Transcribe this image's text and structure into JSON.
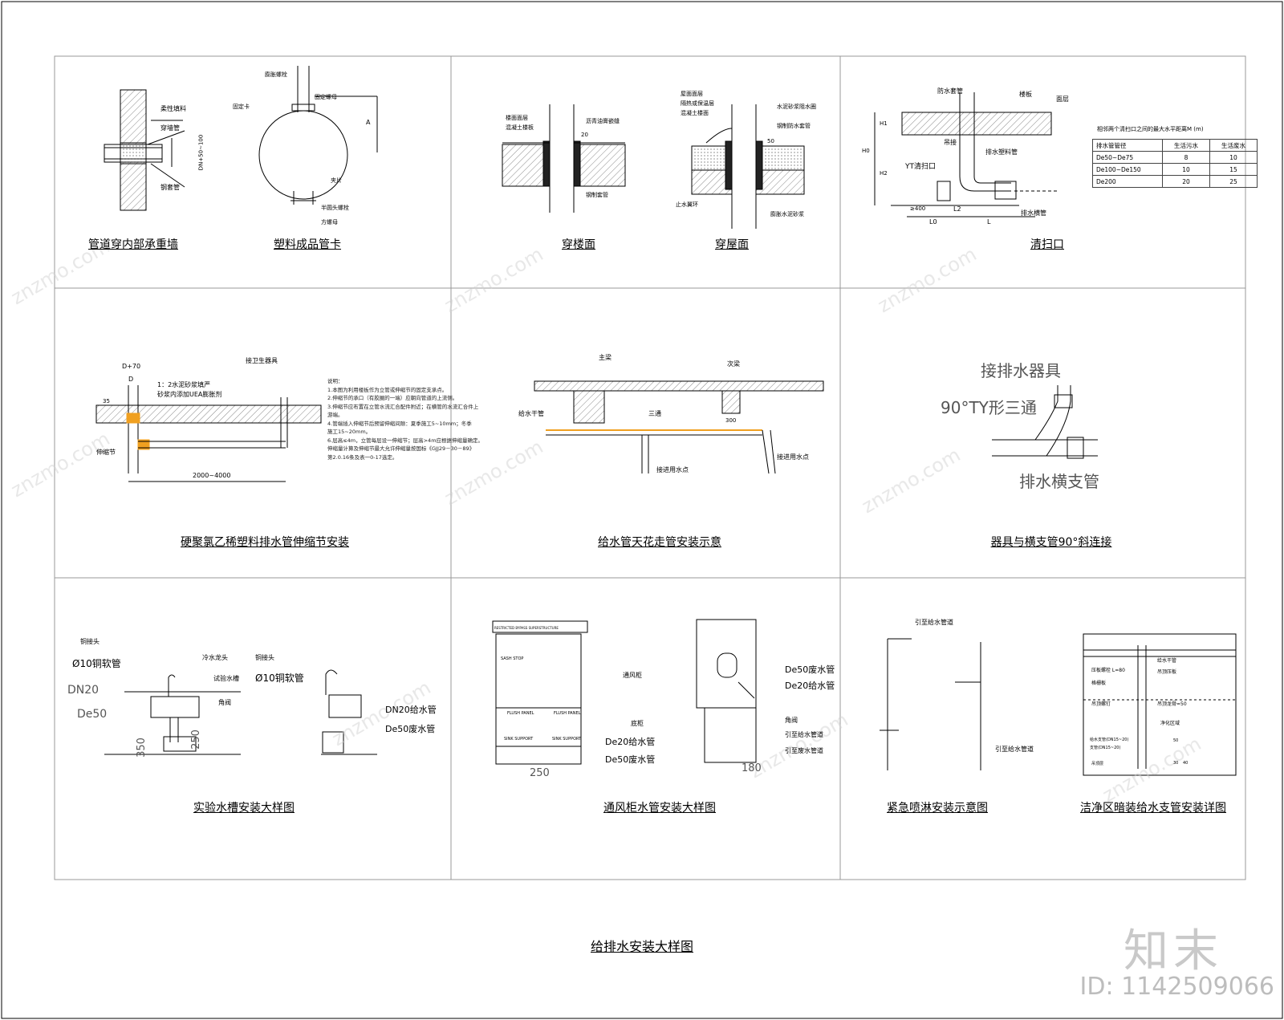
{
  "sheet_title": "给排水安装大样图",
  "brand": "知末",
  "image_id": "ID: 1142509066",
  "cells": [
    {
      "titles": [
        "管道穿内部承重墙",
        "塑料成品管卡"
      ],
      "labels": [
        "柔性填料",
        "穿墙管",
        "钢套管",
        "DN+50~100",
        "膨胀螺栓",
        "固定卡",
        "固定螺母",
        "A",
        "夹片",
        "半圆头螺栓",
        "方螺母"
      ]
    },
    {
      "titles": [
        "穿楼面",
        "穿屋面"
      ],
      "labels": [
        "楼面面层",
        "混凝土楼板",
        "沥青油膏嵌缝",
        "钢制套管",
        "20",
        "屋面面层",
        "隔热或保温层",
        "混凝土楼面",
        "水泥砂浆阻水圈",
        "钢制防水套管",
        "止水翼环",
        "膨胀水泥砂浆",
        "50"
      ]
    },
    {
      "titles": [
        "清扫口"
      ],
      "labels": [
        "防水套管",
        "楼板",
        "面层",
        "H1",
        "H0",
        "H2",
        "≥400",
        "吊接",
        "排水塑料管",
        "YT清扫口",
        "排水横管",
        "L0",
        "L2",
        "L"
      ],
      "table": {
        "title": "相邻两个清扫口之间的最大水平距离M (m)",
        "header": [
          "排水管管径",
          "生活污水",
          "生活废水"
        ],
        "rows": [
          [
            "De50~De75",
            "8",
            "10"
          ],
          [
            "De100~De150",
            "10",
            "15"
          ],
          [
            "De200",
            "20",
            "25"
          ]
        ]
      }
    },
    {
      "titles": [
        "硬聚氯乙稀塑料排水管伸缩节安装"
      ],
      "labels": [
        "D+70",
        "D",
        "1：2水泥砂浆填严",
        "砂浆内添加UEA膨胀剂",
        "接卫生器具",
        "伸缩节",
        "2000~4000",
        "35"
      ],
      "notes": [
        "说明：",
        "1.本图为利用楼板作为立管或伸缩节的固定支承点。",
        "2.伸缩节的承口（有胶圈的一端）应朝向管道的上流侧。",
        "3.伸缩节应布置在立管水流汇合配件附近；在横管的水流汇合件上",
        "游端。",
        "4.管端插入伸缩节后预留伸缩间隙：夏季施工5~10mm；冬季",
        "施工15~20mm。",
        "6.层高≤4m，立管每层设一伸缩节；层高>4m应根据伸缩量确定。",
        "伸缩量计算及伸缩节最大允许伸缩量按国标《GJJ29－30－89》",
        "第2.0.16条及表一0-17选定。"
      ]
    },
    {
      "titles": [
        "给水管天花走管安装示意"
      ],
      "labels": [
        "主梁",
        "次梁",
        "给水干管",
        "三通",
        "300",
        "接进用水点",
        "接进用水点"
      ]
    },
    {
      "titles": [
        "器具与横支管90°斜连接"
      ],
      "labels": [
        "接排水器具",
        "90°TY形三通",
        "排水横支管"
      ]
    },
    {
      "titles": [
        "实验水槽安装大样图"
      ],
      "labels": [
        "铜接头",
        "Ø10铜软管",
        "冷水龙头",
        "试验水槽",
        "DN20",
        "角阀",
        "De50",
        "350",
        "250",
        "铜接头",
        "Ø10铜软管",
        "DN20给水管",
        "De50废水管"
      ]
    },
    {
      "titles": [
        "通风柜水管安装大样图"
      ],
      "labels": [
        "通风柜",
        "De50废水管",
        "De20给水管",
        "底柜",
        "角阀",
        "引至给水管道",
        "引至废水管道",
        "De20给水管",
        "De50废水管",
        "250",
        "180",
        "FLUSH PANEL",
        "FLUSH PANEL",
        "SINK SUPPORT",
        "SINK SUPPORT",
        "SASH STOP",
        "RESTRICTED BYPASS SUPERSTRUCTURE"
      ]
    },
    {
      "titles": [
        "紧急喷淋安装示意图",
        "洁净区暗装给水支管安装详图"
      ],
      "labels": [
        "引至给水管道",
        "引至给水管道",
        "给水干管",
        "压板螺栓 L=80",
        "吊顶压板",
        "格栅板",
        "吊顶螺钉",
        "吊顶龙骨=50",
        "净化区域",
        "给水支管(DN15~20)",
        "支管(DN15~20)",
        "50",
        "30",
        "40",
        "吊顶层"
      ]
    }
  ]
}
